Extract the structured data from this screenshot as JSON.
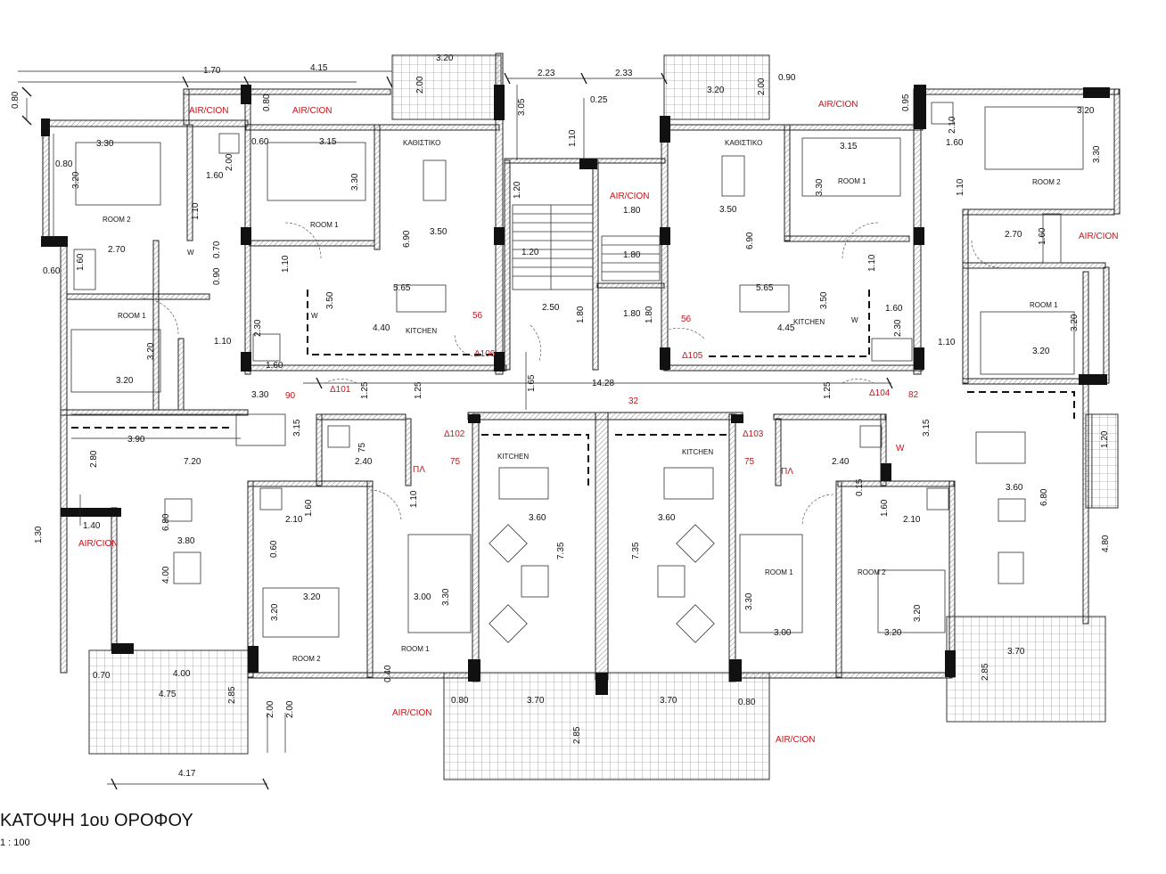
{
  "title": "ΚΑΤΟΨΗ 1ου ΟΡΟΦΟΥ",
  "scale": "1 : 100",
  "colors": {
    "ink": "#111111",
    "annotation_red": "#c4161c",
    "wall_hatch": "#9a9a9a"
  },
  "rooms": {
    "room1": "ROOM 1",
    "room2": "ROOM 2",
    "kitchen": "KITCHEN",
    "kathistiko": "ΚΑΘΙΣΤΙΚΟ"
  },
  "air_cion": "AIR/CION",
  "symbols": {
    "w": "W",
    "pl": "ΠΛ"
  },
  "apartments": {
    "a101": "Δ101",
    "a102": "Δ102",
    "a103": "Δ103",
    "a104": "Δ104",
    "a105": "Δ105",
    "a106": "Δ106"
  },
  "areas": {
    "n56a": "56",
    "n56b": "56",
    "n90": "90",
    "n32": "32",
    "n82": "82",
    "n75a": "75",
    "n75b": "75"
  },
  "dims": {
    "d170": "1.70",
    "d415": "4.15",
    "d320a": "3.20",
    "d200a": "2.00",
    "d080a": "0.80",
    "d080b": "0.80",
    "d223": "2.23",
    "d233": "2.33",
    "d305": "3.05",
    "d025": "0.25",
    "d110a": "1.10",
    "d320b": "3.20",
    "d200b": "2.00",
    "d090a": "0.90",
    "d095": "0.95",
    "d330a": "3.30",
    "d315a": "3.15",
    "d060a": "0.60",
    "d200c": "2.00",
    "d160a": "1.60",
    "d080c": "0.80",
    "d320c": "3.20",
    "d330b": "3.30",
    "d120a": "1.20",
    "d180a": "1.80",
    "d350a": "3.50",
    "d690a": "6.90",
    "d350b": "3.50",
    "d690b": "6.90",
    "d315b": "3.15",
    "d330c": "3.30",
    "d320d": "3.20",
    "d210a": "2.10",
    "d160b": "1.60",
    "d330d": "3.30",
    "d110b": "1.10",
    "d270a": "2.70",
    "d070": "0.70",
    "d090b": "0.90",
    "d060b": "0.60",
    "d160c": "1.60",
    "d120b": "1.20",
    "d180b": "1.80",
    "d110c": "1.10",
    "d270b": "2.70",
    "d160d": "1.60",
    "d110d": "1.10",
    "d565a": "5.65",
    "d565b": "5.65",
    "d440": "4.40",
    "d445": "4.45",
    "d350c": "3.50",
    "d350d": "3.50",
    "d250": "2.50",
    "d180c": "1.80",
    "d180d": "1.80",
    "d180e": "1.80",
    "d180f": "1.80",
    "d230a": "2.30",
    "d160e": "1.60",
    "d160f": "1.60",
    "d230b": "2.30",
    "d110e": "1.10",
    "d110f": "1.10",
    "d320e": "3.20",
    "d320f": "3.20",
    "d320g": "3.20",
    "d320h": "3.20",
    "d165": "1.65",
    "d1428": "14.28",
    "d125a": "1.25",
    "d125b": "1.25",
    "d125c": "1.25",
    "d330e": "3.30",
    "d315c": "3.15",
    "d315d": "3.15",
    "d390": "3.90",
    "d280": "2.80",
    "d720": "7.20",
    "d240a": "2.40",
    "d240b": "2.40",
    "d075": "75",
    "d015": "0.15",
    "d360a": "3.60",
    "d360b": "3.60",
    "d360c": "3.60",
    "d120c": "1.20",
    "d110g": "1.10",
    "d735a": "7.35",
    "d735b": "7.35",
    "d680a": "6.80",
    "d680b": "6.80",
    "d480": "4.80",
    "d140": "1.40",
    "d130": "1.30",
    "d380": "3.80",
    "d210b": "2.10",
    "d160g": "1.60",
    "d210c": "2.10",
    "d160h": "1.60",
    "d060c": "0.60",
    "d400a": "4.00",
    "d320i": "3.20",
    "d320j": "3.20",
    "d300a": "3.00",
    "d330f": "3.30",
    "d330g": "3.30",
    "d300b": "3.00",
    "d320k": "3.20",
    "d320l": "3.20",
    "d370a": "3.70",
    "d400b": "4.00",
    "d475": "4.75",
    "d070b": "0.70",
    "d285a": "2.85",
    "d200d": "2.00",
    "d200e": "2.00",
    "d417": "4.17",
    "d040": "0.40",
    "d080d": "0.80",
    "d080e": "0.80",
    "d370b": "3.70",
    "d370c": "3.70",
    "d285b": "2.85",
    "d285c": "2.85"
  }
}
